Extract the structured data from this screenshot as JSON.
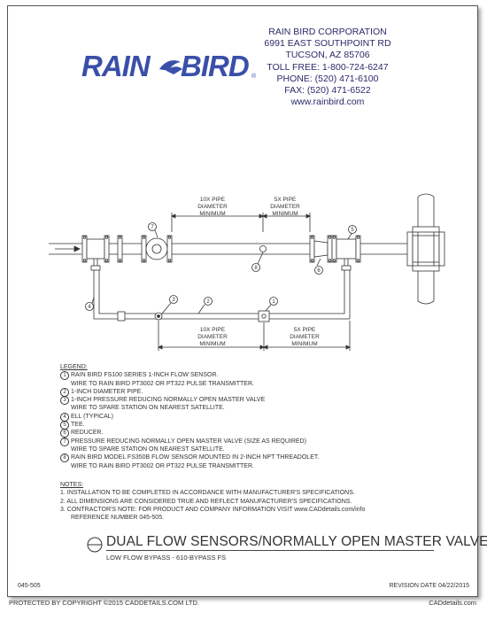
{
  "company": {
    "name": "RAIN BIRD CORPORATION",
    "address1": "6991 EAST SOUTHPOINT RD",
    "address2": "TUCSON, AZ 85706",
    "tollfree": "TOLL FREE: 1-800-724-6247",
    "phone": "PHONE: (520) 471-6100",
    "fax": "FAX: (520) 471-6522",
    "web": "www.rainbird.com",
    "logo_text": "RAIN•BIRD",
    "logo_mark": "®"
  },
  "diagram": {
    "dim_top_left": [
      "10X PIPE",
      "DIAMETER",
      "MINIMUM"
    ],
    "dim_top_right": [
      "5X PIPE",
      "DIAMETER",
      "MINIMUM"
    ],
    "dim_bottom_left": [
      "10X PIPE",
      "DIAMETER",
      "MINIMUM"
    ],
    "dim_bottom_right": [
      "5X PIPE",
      "DIAMETER",
      "MINIMUM"
    ],
    "callouts": [
      "1",
      "2",
      "3",
      "4",
      "5",
      "6",
      "7",
      "8"
    ]
  },
  "legend": {
    "header": "LEGEND:",
    "items": [
      {
        "num": "1",
        "text": "RAIN BIRD FS100 SERIES 1-INCH FLOW SENSOR.",
        "cont": "WIRE TO RAIN BIRD PT3002 OR PT322 PULSE TRANSMITTER."
      },
      {
        "num": "2",
        "text": "1-INCH DIAMETER PIPE.",
        "cont": ""
      },
      {
        "num": "3",
        "text": "1-INCH PRESSURE REDUCING NORMALLY OPEN MASTER VALVE",
        "cont": "WIRE TO SPARE STATION ON NEAREST SATELLITE."
      },
      {
        "num": "4",
        "text": "ELL (TYPICAL)",
        "cont": ""
      },
      {
        "num": "5",
        "text": "TEE.",
        "cont": ""
      },
      {
        "num": "6",
        "text": "REDUCER.",
        "cont": ""
      },
      {
        "num": "7",
        "text": "PRESSURE REDUCING NORMALLY OPEN MASTER VALVE (SIZE AS REQUIRED)",
        "cont": "WIRE TO SPARE STATION ON NEAREST SATELLITE."
      },
      {
        "num": "8",
        "text": "RAIN BIRD MODEL FS350B FLOW SENSOR MOUNTED IN  2-INCH NPT THREADOLET.",
        "cont": "WIRE TO RAIN BIRD PT3002 OR PT322 PULSE TRANSMITTER."
      }
    ]
  },
  "notes": {
    "header": "NOTES:",
    "items": [
      {
        "text": "1.  INSTALLATION TO BE COMPLETED IN ACCORDANCE WITH MANUFACTURER'S SPECIFICATIONS.",
        "cont": ""
      },
      {
        "text": "2.  ALL DIMENSIONS ARE CONSIDERED TRUE AND REFLECT MANUFACTURER'S SPECIFICATIONS.",
        "cont": ""
      },
      {
        "text": "3.  CONTRACTOR'S NOTE: FOR PRODUCT AND COMPANY INFORMATION VISIT www.CADdetails.com/info",
        "cont": "REFERENCE NUMBER 045-505."
      }
    ]
  },
  "title_block": {
    "title": "DUAL FLOW SENSORS/NORMALLY OPEN MASTER VALVES",
    "subtitle": "LOW FLOW BYPASS - 610-BYPASS FS",
    "drawing_number": "045-505",
    "revision": "REVISION DATE 04/22/2015"
  },
  "footer": {
    "copyright": "PROTECTED BY COPYRIGHT ©2015 CADDETAILS.COM LTD.",
    "site": "CADdetails.com"
  },
  "colors": {
    "logo_blue": "#3a4fa8",
    "line": "#333333"
  }
}
